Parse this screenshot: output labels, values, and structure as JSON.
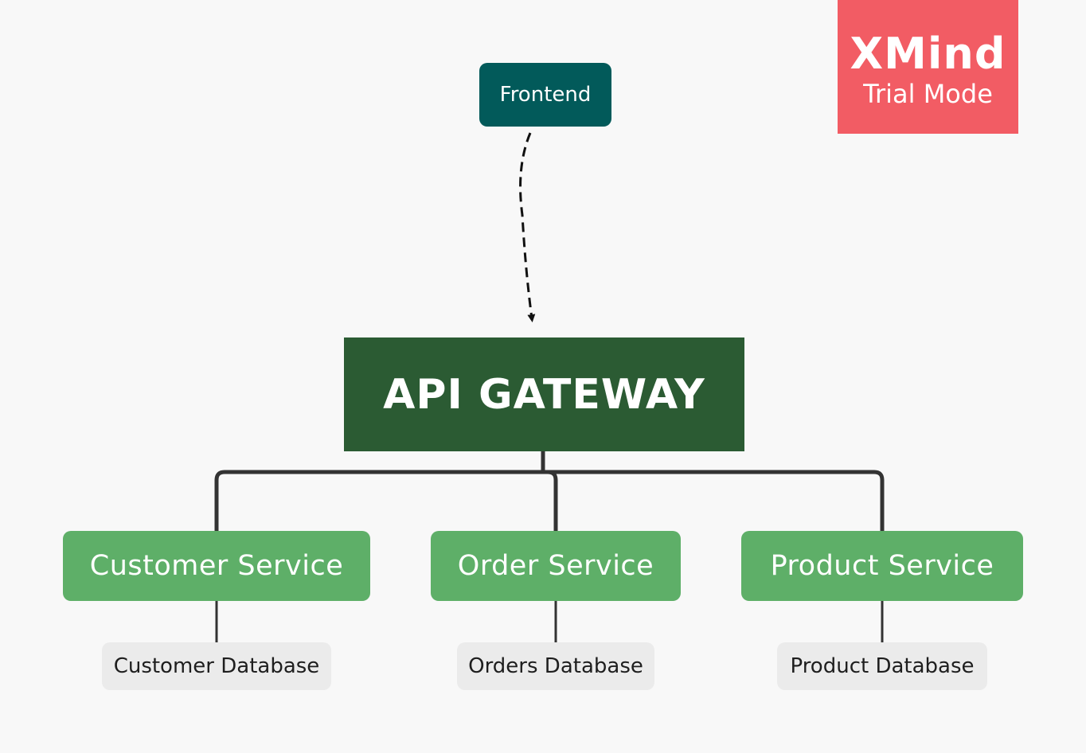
{
  "watermark": {
    "brand": "XMind",
    "mode": "Trial Mode"
  },
  "nodes": {
    "frontend": "Frontend",
    "gateway": "API GATEWAY",
    "services": [
      "Customer Service",
      "Order Service",
      "Product Service"
    ],
    "databases": [
      "Customer Database",
      "Orders Database",
      "Product Database"
    ]
  },
  "colors": {
    "background": "#f8f8f8",
    "frontend": "#025a5a",
    "gateway": "#2b5b33",
    "service": "#5eaf68",
    "database": "#ebebeb",
    "connector": "#333333",
    "watermark": "#f25c64"
  }
}
